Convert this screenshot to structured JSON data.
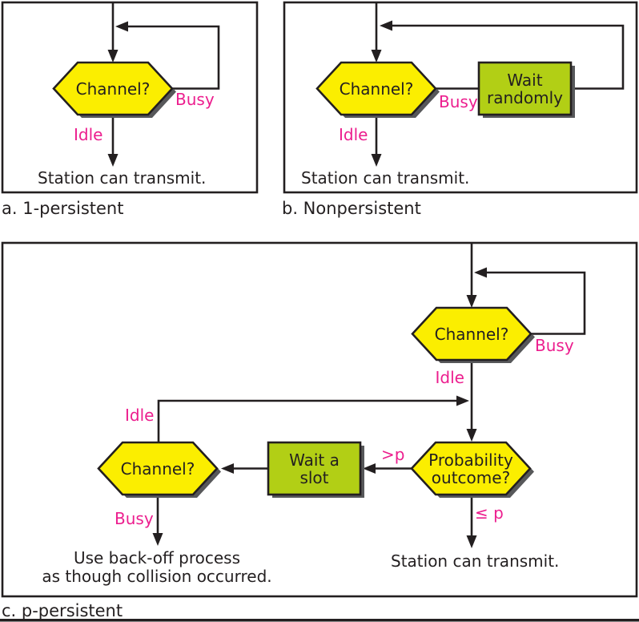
{
  "colors": {
    "yellow_hex_fill": "#FBEE00",
    "green_box_fill": "#B2CF15",
    "magenta_label": "#EC1E8E",
    "line_black": "#231F20",
    "shadow_gray": "#57585A"
  },
  "panel_a": {
    "caption": "a. 1-persistent",
    "channel_label": "Channel?",
    "busy_label": "Busy",
    "idle_label": "Idle",
    "result_text": "Station can transmit."
  },
  "panel_b": {
    "caption": "b. Nonpersistent",
    "channel_label": "Channel?",
    "busy_label": "Busy",
    "idle_label": "Idle",
    "wait_line1": "Wait",
    "wait_line2": "randomly",
    "result_text": "Station can transmit."
  },
  "panel_c": {
    "caption": "c. p-persistent",
    "channel_top_label": "Channel?",
    "busy_top_label": "Busy",
    "idle_top_label": "Idle",
    "idle_left_label": "Idle",
    "prob_line1": "Probability",
    "prob_line2": "outcome?",
    "gtp_label": ">p",
    "lep_label": "≤ p",
    "wait_line1": "Wait a",
    "wait_line2": "slot",
    "channel_left_label": "Channel?",
    "busy_left_label": "Busy",
    "backoff_line1": "Use back-off process",
    "backoff_line2": "as though collision occurred.",
    "result_text": "Station can transmit."
  }
}
